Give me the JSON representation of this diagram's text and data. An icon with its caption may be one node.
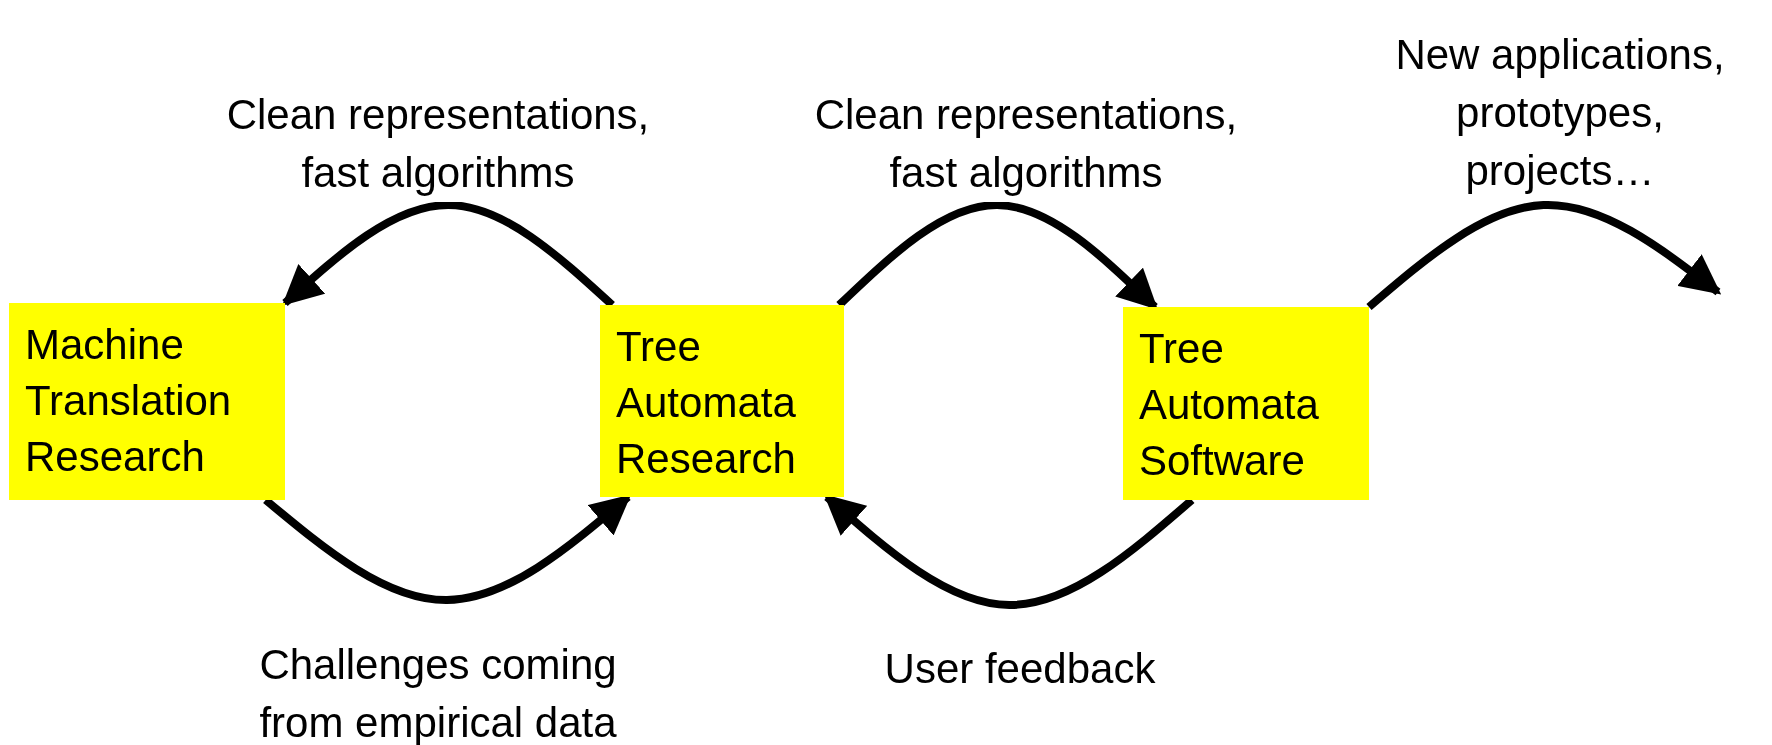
{
  "diagram": {
    "nodes": [
      {
        "text": [
          "Machine Translation Research"
        ]
      },
      {
        "text": [
          "Tree Automata Research"
        ]
      },
      {
        "text": [
          "Tree Automata Software"
        ]
      }
    ],
    "edges": [
      {
        "from": 1,
        "to": 0,
        "arrow": "to",
        "label": "Clean representations, fast algorithms"
      },
      {
        "from": 0,
        "to": 1,
        "arrow": "to",
        "label": "Challenges coming from empirical data"
      },
      {
        "from": 1,
        "to": 2,
        "arrow": "to",
        "label": "Clean representations, fast algorithms"
      },
      {
        "from": 2,
        "to": 1,
        "arrow": "to",
        "label": "User feedback"
      },
      {
        "from": 2,
        "to": null,
        "arrow": "to",
        "label": "New applications, prototypes, projects…"
      }
    ]
  }
}
